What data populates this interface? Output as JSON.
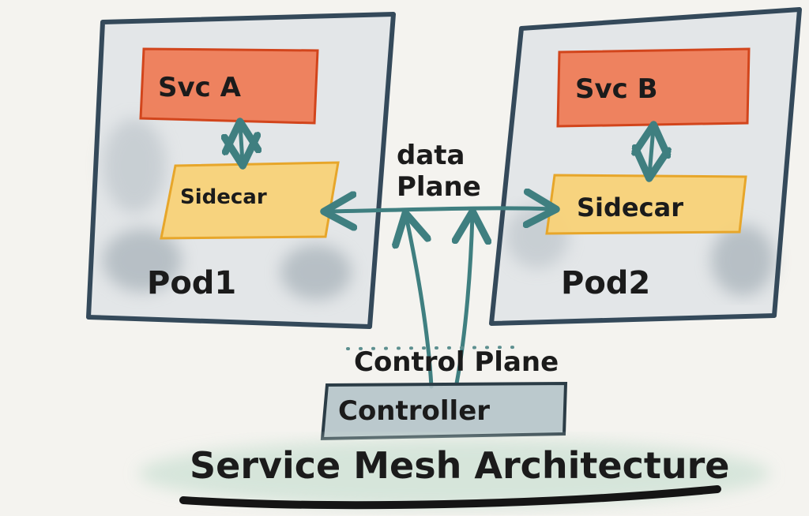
{
  "title": "Service Mesh Architecture",
  "pods": [
    {
      "label": "Pod1",
      "service": "Svc A",
      "sidecar": "Sidecar"
    },
    {
      "label": "Pod2",
      "service": "Svc B",
      "sidecar": "Sidecar"
    }
  ],
  "data_plane_label": "data Plane",
  "control_plane_label": "Control Plane",
  "controller_label": "Controller",
  "colors": {
    "background": "#f4f3ef",
    "pod_border": "#34495a",
    "pod_fill": "#dfe3e6",
    "service_fill": "#ef7a52",
    "service_border": "#d2451c",
    "sidecar_fill": "#f8d278",
    "sidecar_border": "#e7a62a",
    "arrow": "#3f7f80",
    "controller_fill": "#b5c4c9",
    "controller_border": "#2b3c46",
    "title_smudge": "#cfe2d6",
    "text": "#1b1b1b"
  }
}
